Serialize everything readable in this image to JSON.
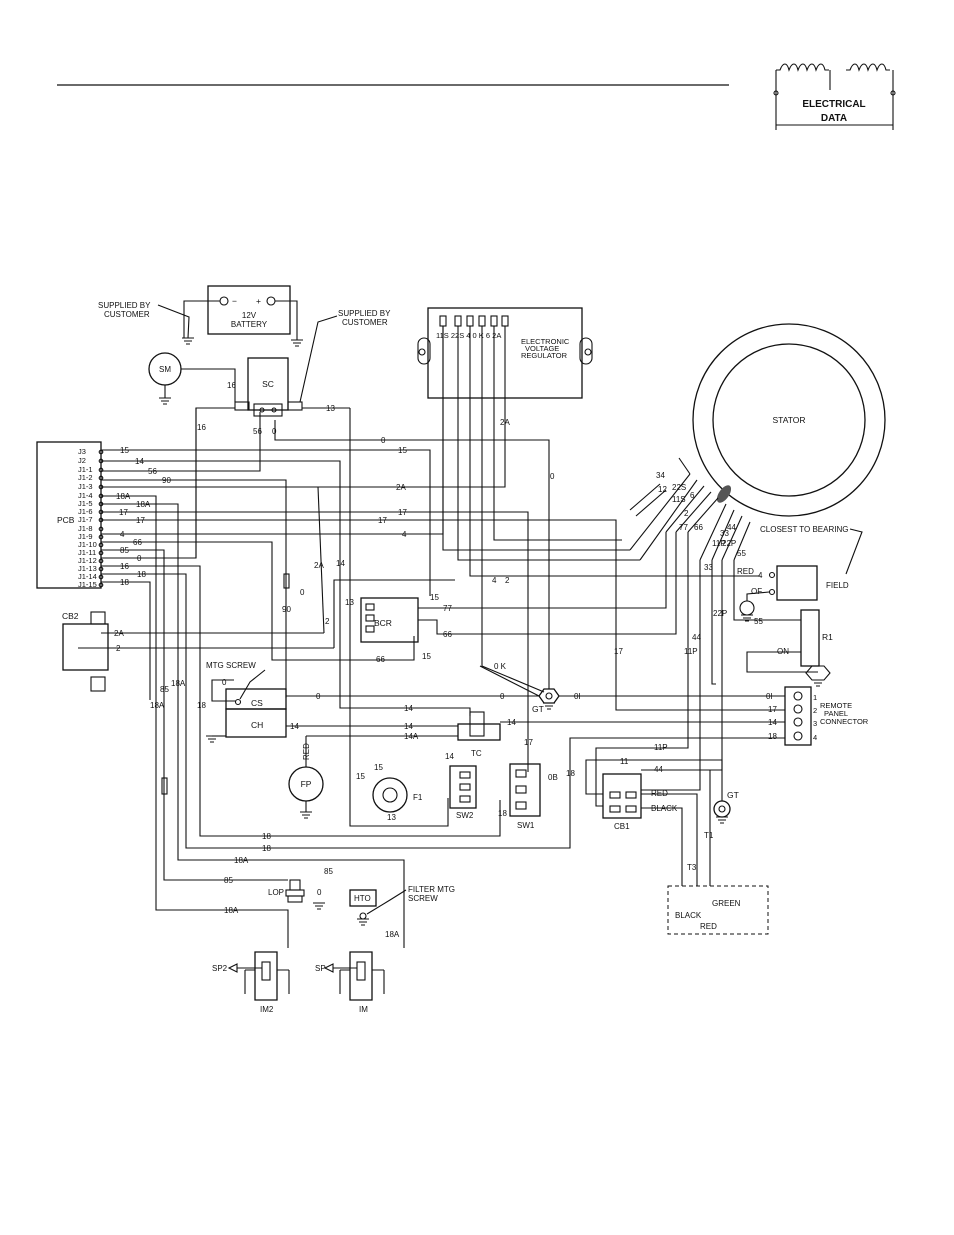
{
  "header_badge": {
    "line1": "ELECTRICAL",
    "line2": "DATA"
  },
  "components": {
    "battery": {
      "label": "12V",
      "label2": "BATTERY",
      "neg": "−",
      "pos": "+"
    },
    "supplied_left": {
      "line1": "SUPPLIED BY",
      "line2": "CUSTOMER"
    },
    "supplied_right": {
      "line1": "SUPPLIED BY",
      "line2": "CUSTOMER"
    },
    "sm": "SM",
    "sc": "SC",
    "pcb": "PCB",
    "cb2": "CB2",
    "evr": {
      "line1": "ELECTRONIC",
      "line2": "VOLTAGE",
      "line3": "REGULATOR"
    },
    "stator": "STATOR",
    "closest_to_bearing": "CLOSEST TO BEARING",
    "field": "FIELD",
    "r1": "R1",
    "bcr": "BCR",
    "mtg_screw": "MTG SCREW",
    "cs": "CS",
    "ch": "CH",
    "fp": "FP",
    "gt": "GT",
    "gt2": "GT",
    "tc": "TC",
    "sw1": "SW1",
    "sw2": "SW2",
    "f1": "F1",
    "cb1": "CB1",
    "remote": {
      "line1": "REMOTE",
      "line2": "PANEL",
      "line3": "CONNECTOR"
    },
    "lop": "LOP",
    "hto": "HTO",
    "filter": {
      "line1": "FILTER MTG",
      "line2": "SCREW"
    },
    "im2": "IM2",
    "im": "IM",
    "sp2": "SP2",
    "sp": "SP",
    "of": "OF",
    "on": "ON",
    "red": "RED",
    "black": "BLACK",
    "green": "GREEN"
  },
  "pcb_pins": [
    "J3",
    "J2",
    "J1-1",
    "J1-2",
    "J1-3",
    "J1-4",
    "J1-5",
    "J1-6",
    "J1-7",
    "J1-8",
    "J1-9",
    "J1-10",
    "J1-11",
    "J1-12",
    "J1-13",
    "J1-14",
    "J1-15"
  ],
  "evr_terminals": [
    "11S",
    "22S",
    "4",
    "0 K",
    "6",
    "2A"
  ],
  "remote_pins": [
    "1",
    "2",
    "3",
    "4"
  ],
  "wire_labels": {
    "w15": "15",
    "w14": "14",
    "w56": "56",
    "w90": "90",
    "w2A": "2A",
    "w18A": "18A",
    "w17": "17",
    "w4": "4",
    "w66": "66",
    "w85": "85",
    "w0": "0",
    "w16": "16",
    "w18": "18",
    "w13": "13",
    "w2": "2",
    "w77": "77",
    "w0K": "0 K",
    "w0I": "0I",
    "w14A": "14A",
    "w11": "11",
    "w44": "44",
    "w11P": "11P",
    "w0B": "0B",
    "w22P": "22P",
    "w33": "33",
    "w55": "55",
    "w34": "34",
    "w12": "12",
    "w22S": "22S",
    "w11S": "11S",
    "w6": "6",
    "wT1": "T1",
    "wT3": "T3"
  }
}
